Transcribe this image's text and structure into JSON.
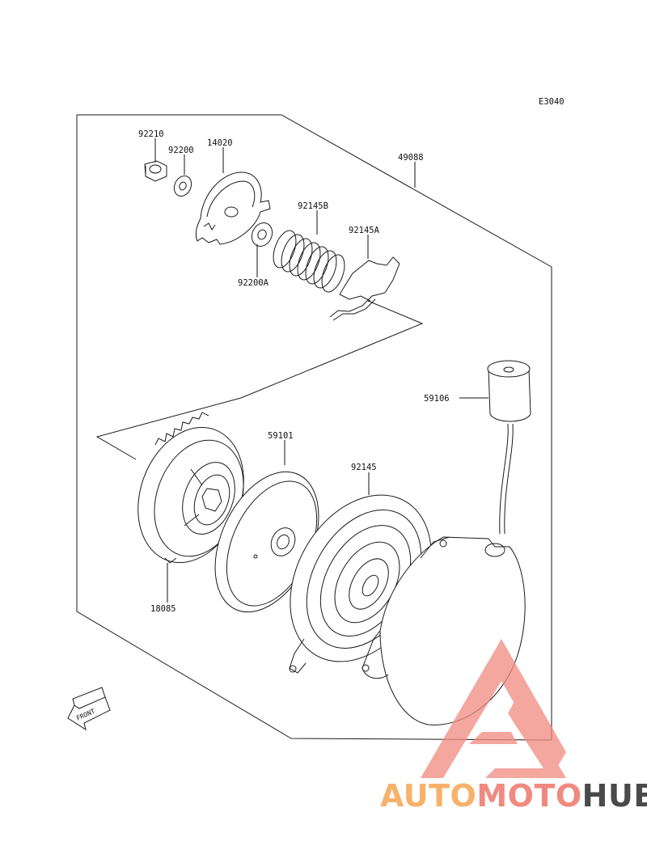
{
  "diagram": {
    "code": "E3040",
    "parts": [
      {
        "id": "49088",
        "label": "49088"
      },
      {
        "id": "92210",
        "label": "92210"
      },
      {
        "id": "92200",
        "label": "92200"
      },
      {
        "id": "14020",
        "label": "14020"
      },
      {
        "id": "92145B",
        "label": "92145B"
      },
      {
        "id": "92145A",
        "label": "92145A"
      },
      {
        "id": "92200A",
        "label": "92200A"
      },
      {
        "id": "59106",
        "label": "59106"
      },
      {
        "id": "59101",
        "label": "59101"
      },
      {
        "id": "92145",
        "label": "92145"
      },
      {
        "id": "18085",
        "label": "18085"
      }
    ],
    "front_label": "FRONT"
  },
  "watermark": {
    "part1": "AUTO",
    "part2": "MOTO",
    "part3": "HUB",
    "colors": {
      "auto": "#f6b26b",
      "moto": "#f08a80",
      "hub": "#4a4a4a",
      "triangle": "#f08a80"
    }
  }
}
